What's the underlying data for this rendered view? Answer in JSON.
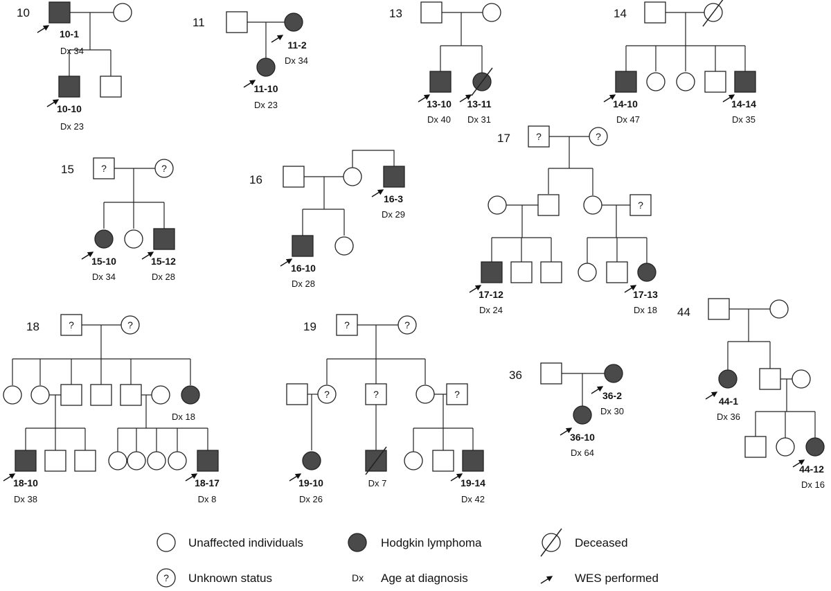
{
  "colors": {
    "affected": "#4a4a4a",
    "line": "#222222",
    "background": "#ffffff"
  },
  "families": [
    {
      "id": "10",
      "individuals": [
        {
          "id": "10-1",
          "sex": "male",
          "affected": true,
          "wes": true,
          "dx": "Dx 34"
        },
        {
          "id": "10-10",
          "sex": "male",
          "affected": true,
          "wes": true,
          "dx": "Dx 23"
        }
      ]
    },
    {
      "id": "11",
      "individuals": [
        {
          "id": "11-2",
          "sex": "female",
          "affected": true,
          "wes": true,
          "dx": "Dx 34"
        },
        {
          "id": "11-10",
          "sex": "female",
          "affected": true,
          "wes": true,
          "dx": "Dx 23"
        }
      ]
    },
    {
      "id": "13",
      "individuals": [
        {
          "id": "13-10",
          "sex": "male",
          "affected": true,
          "wes": true,
          "dx": "Dx 40"
        },
        {
          "id": "13-11",
          "sex": "female",
          "affected": true,
          "deceased": true,
          "wes": true,
          "dx": "Dx 31"
        }
      ]
    },
    {
      "id": "14",
      "individuals": [
        {
          "id": "14-10",
          "sex": "male",
          "affected": true,
          "wes": true,
          "dx": "Dx 47"
        },
        {
          "id": "14-14",
          "sex": "male",
          "affected": true,
          "wes": true,
          "dx": "Dx 35"
        }
      ]
    },
    {
      "id": "15",
      "individuals": [
        {
          "id": "15-10",
          "sex": "female",
          "affected": true,
          "wes": true,
          "dx": "Dx 34"
        },
        {
          "id": "15-12",
          "sex": "male",
          "affected": true,
          "wes": true,
          "dx": "Dx 28"
        }
      ]
    },
    {
      "id": "16",
      "individuals": [
        {
          "id": "16-3",
          "sex": "male",
          "affected": true,
          "wes": true,
          "dx": "Dx 29"
        },
        {
          "id": "16-10",
          "sex": "male",
          "affected": true,
          "wes": true,
          "dx": "Dx 28"
        }
      ]
    },
    {
      "id": "17",
      "individuals": [
        {
          "id": "17-12",
          "sex": "male",
          "affected": true,
          "wes": true,
          "dx": "Dx 24"
        },
        {
          "id": "17-13",
          "sex": "female",
          "affected": true,
          "wes": true,
          "dx": "Dx 18"
        }
      ]
    },
    {
      "id": "18",
      "individuals": [
        {
          "id": "",
          "sex": "female",
          "affected": true,
          "wes": false,
          "dx": "Dx 18"
        },
        {
          "id": "18-10",
          "sex": "male",
          "affected": true,
          "wes": true,
          "dx": "Dx 38"
        },
        {
          "id": "18-17",
          "sex": "male",
          "affected": true,
          "wes": true,
          "dx": "Dx 8"
        }
      ]
    },
    {
      "id": "19",
      "individuals": [
        {
          "id": "19-10",
          "sex": "female",
          "affected": true,
          "wes": true,
          "dx": "Dx 26"
        },
        {
          "id": "",
          "sex": "male",
          "affected": true,
          "deceased": true,
          "wes": false,
          "dx": "Dx 7"
        },
        {
          "id": "19-14",
          "sex": "male",
          "affected": true,
          "wes": true,
          "dx": "Dx 42"
        }
      ]
    },
    {
      "id": "36",
      "individuals": [
        {
          "id": "36-2",
          "sex": "female",
          "affected": true,
          "wes": true,
          "dx": "Dx 30"
        },
        {
          "id": "36-10",
          "sex": "female",
          "affected": true,
          "wes": true,
          "dx": "Dx 64"
        }
      ]
    },
    {
      "id": "44",
      "individuals": [
        {
          "id": "44-1",
          "sex": "female",
          "affected": true,
          "wes": true,
          "dx": "Dx 36"
        },
        {
          "id": "44-12",
          "sex": "female",
          "affected": true,
          "wes": true,
          "dx": "Dx 16"
        }
      ]
    }
  ],
  "unknown_mark": "?",
  "legend": {
    "unaffected": "Unaffected individuals",
    "hodgkin": "Hodgkin lymphoma",
    "deceased": "Deceased",
    "unknown": "Unknown status",
    "dx_symbol": "Dx",
    "dx": "Age at diagnosis",
    "wes": "WES performed"
  }
}
